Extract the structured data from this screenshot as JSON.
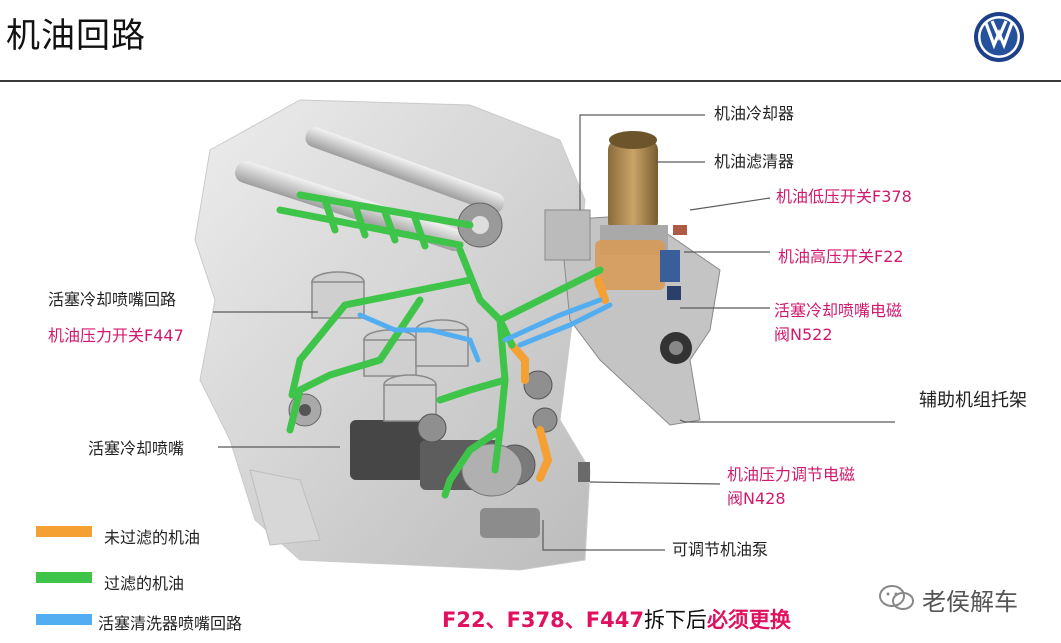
{
  "header": {
    "title": "机油回路"
  },
  "labels": {
    "oil_cooler": "机油冷却器",
    "oil_filter": "机油滤清器",
    "low_pressure_switch": "机油低压开关F378",
    "high_pressure_switch": "机油高压开关F22",
    "piston_jet_valve_line1": "活塞冷却喷嘴电磁",
    "piston_jet_valve_line2": "阀N522",
    "aux_bracket": "辅助机组托架",
    "pressure_valve_line1": "机油压力调节电磁",
    "pressure_valve_line2": "阀N428",
    "oil_pump": "可调节机油泵",
    "piston_jet_circuit": "活塞冷却喷嘴回路",
    "pressure_switch_f447": "机油压力开关F447",
    "piston_jet": "活塞冷却喷嘴"
  },
  "legend": [
    {
      "label": "未过滤的机油",
      "color": "#f5a033"
    },
    {
      "label": "过滤的机油",
      "color": "#3fc44a"
    },
    {
      "label": "活塞清洗器喷嘴回路",
      "color": "#52aef0"
    }
  ],
  "note": {
    "codes": "F22、F378、F447",
    "middle": "拆下后",
    "emphasis": "必须更换"
  },
  "watermark": "老侯解车",
  "colors": {
    "pink": "#d0196e",
    "orange": "#f5a033",
    "green": "#3fc44a",
    "blue": "#52aef0"
  }
}
